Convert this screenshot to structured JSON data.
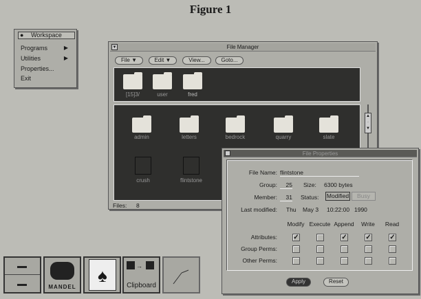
{
  "figure_title": "Figure 1",
  "workspace_menu": {
    "title": "Workspace",
    "items": [
      {
        "label": "Programs",
        "submenu": true
      },
      {
        "label": "Utilities",
        "submenu": true
      },
      {
        "label": "Properties..."
      },
      {
        "label": "Exit"
      }
    ]
  },
  "file_manager": {
    "title": "File Manager",
    "buttons": [
      "File ▼",
      "Edit ▼",
      "View...",
      "Goto..."
    ],
    "path": [
      "[15]3/",
      "user",
      "fred"
    ],
    "files": [
      "admin",
      "letters",
      "bedrock",
      "quarry",
      "slate"
    ],
    "docs": [
      "crush",
      "flintstone"
    ],
    "footer_label": "Files:",
    "footer_count": "8"
  },
  "file_properties": {
    "title": "File Properties",
    "file_name_label": "File Name:",
    "file_name": "flintstone",
    "group_label": "Group:",
    "group": "25",
    "size_label": "Size:",
    "size": "6300 bytes",
    "member_label": "Member:",
    "member": "31",
    "status_label": "Status:",
    "status_options": [
      "Modified",
      "Busy"
    ],
    "last_modified_label": "Last modified:",
    "last_modified": [
      "Thu",
      "May 3",
      "10:22:00",
      "1990"
    ],
    "columns": [
      "Modify",
      "Execute",
      "Append",
      "Write",
      "Read"
    ],
    "rows": [
      {
        "label": "Attributes:",
        "checked": [
          true,
          false,
          true,
          true,
          true
        ]
      },
      {
        "label": "Group Perms:",
        "checked": [
          false,
          false,
          false,
          false,
          false
        ]
      },
      {
        "label": "Other Perms:",
        "checked": [
          false,
          false,
          false,
          false,
          false
        ]
      }
    ],
    "apply_label": "Apply",
    "reset_label": "Reset"
  },
  "dock": {
    "mandel_label": "MANDEL",
    "clipboard_label": "Clipboard"
  }
}
